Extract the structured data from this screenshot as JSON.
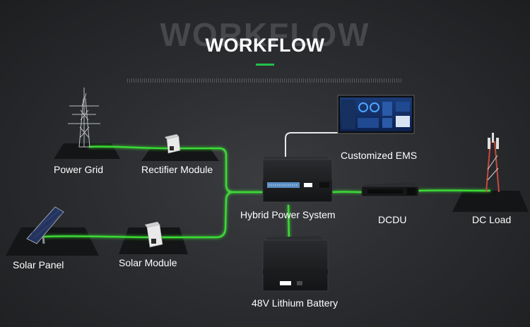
{
  "header": {
    "title": "WORKFLOW",
    "title_shadow": "WORKFLOW",
    "accent_color": "#21c04a"
  },
  "nodes": {
    "power_grid": "Power Grid",
    "rectifier_module": "Rectifier Module",
    "solar_panel": "Solar Panel",
    "solar_module": "Solar Module",
    "hybrid_power_system": "Hybrid Power System",
    "customized_ems": "Customized EMS",
    "dcdu": "DCDU",
    "dc_load": "DC Load",
    "battery": "48V Lithium Battery"
  },
  "colors": {
    "flow_line": "#3bdc34",
    "data_line": "#e8e8e8",
    "background": "#2b2d30"
  }
}
